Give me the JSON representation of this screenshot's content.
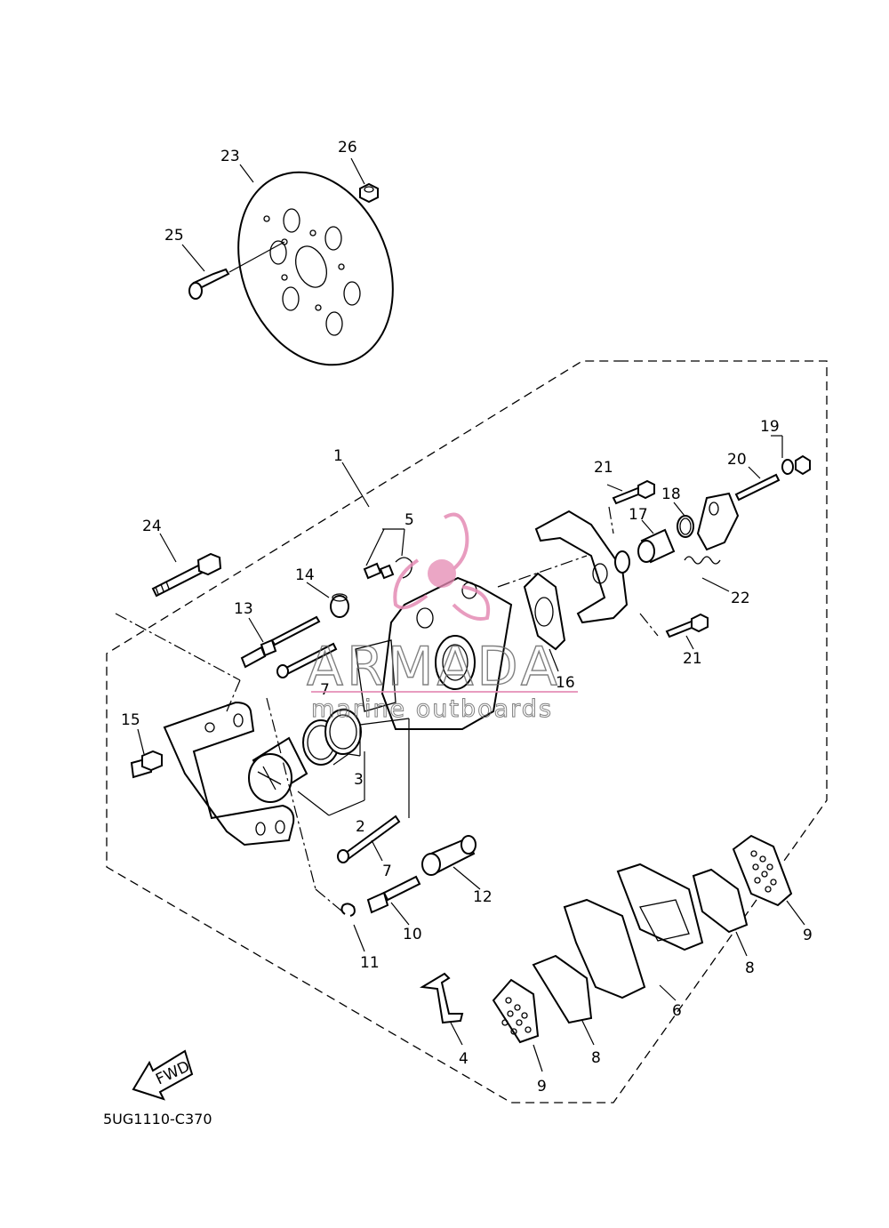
{
  "diagram": {
    "code": "5UG1110-C370",
    "direction_marker": "FWD",
    "watermark": {
      "brand": "ARMADA",
      "tagline": "marine outboards",
      "accent_color": "#e48bb4"
    },
    "callouts": [
      "1",
      "2",
      "3",
      "4",
      "5",
      "6",
      "7",
      "7",
      "8",
      "8",
      "9",
      "9",
      "10",
      "11",
      "12",
      "13",
      "14",
      "15",
      "16",
      "17",
      "18",
      "19",
      "20",
      "21",
      "21",
      "22",
      "23",
      "24",
      "25",
      "26"
    ]
  }
}
